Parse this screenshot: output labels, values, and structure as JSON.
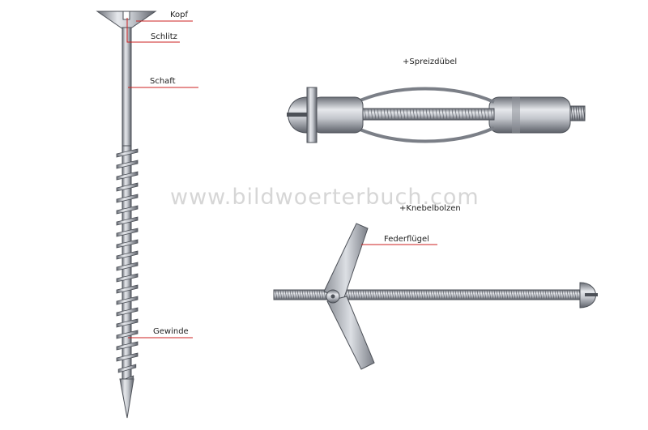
{
  "watermark": "www.bildwoerterbuch.com",
  "screw": {
    "labels": {
      "head": "Kopf",
      "slot": "Schlitz",
      "shank": "Schaft",
      "thread": "Gewinde"
    }
  },
  "expansion_anchor": {
    "title": "Spreizdübel"
  },
  "toggle_bolt": {
    "title": "Knebelbolzen",
    "labels": {
      "wing": "Federflügel"
    }
  },
  "colors": {
    "leader": "#cc2222",
    "metal": "#b8bcc4",
    "metal_dark": "#5a5e66"
  }
}
